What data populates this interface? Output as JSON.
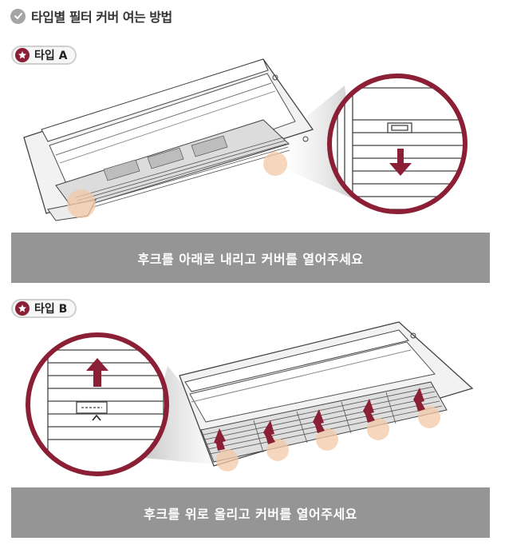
{
  "header": {
    "title": "타입별 필터 커버 여는 방법"
  },
  "type_a": {
    "label": "타입 A",
    "instruction": "후크를 아래로 내리고 커버를 열어주세요"
  },
  "type_b": {
    "label": "타입 B",
    "instruction": "후크를 위로 올리고 커버를 열어주세요"
  },
  "colors": {
    "accent": "#8b1f35",
    "banner": "#959595",
    "highlight": "#f3c9a8"
  }
}
